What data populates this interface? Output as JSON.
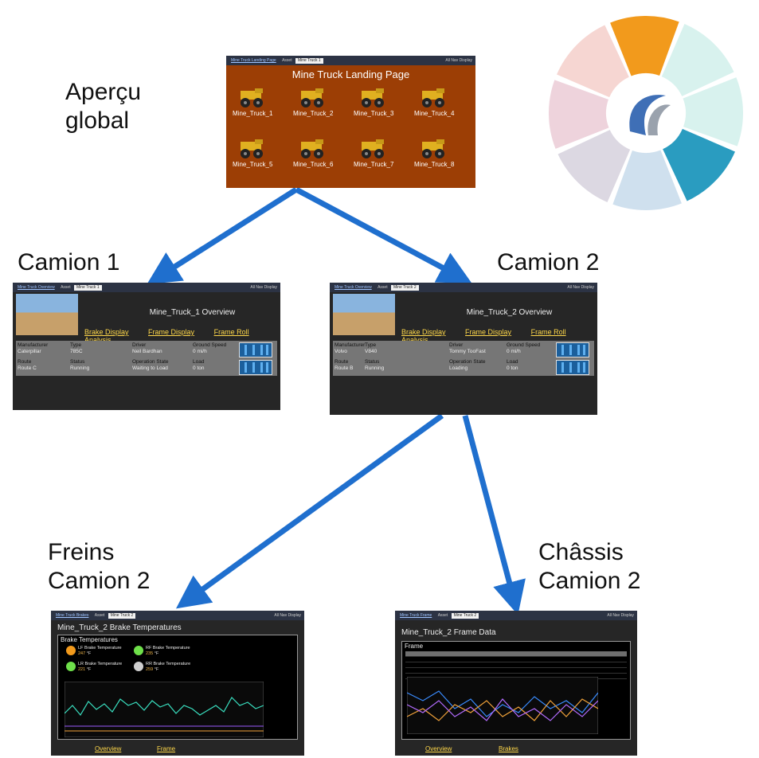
{
  "labels": {
    "apercu": "Aperçu global",
    "camion1": "Camion 1",
    "camion2": "Camion 2",
    "freins": "Freins Camion 2",
    "chassis": "Châssis Camion 2"
  },
  "colors": {
    "arrow": "#1f6fce",
    "landing_bg": "#9c3e05",
    "screen_bg": "#262626",
    "link": "#ffd84a"
  },
  "logo": {
    "segments": [
      "#f29a1c",
      "#d8f2ee",
      "#d8f2ee",
      "#2a9cc0",
      "#cfe0ee",
      "#dcd8e2",
      "#eed3dc",
      "#f6d6d2"
    ],
    "icon": "rh-swirl-logo"
  },
  "landing": {
    "bar_link": "Mine Truck Landing Page",
    "bar_asset": "Asset",
    "bar_select": "Mine Truck 1",
    "bar_right": "All Nav Display",
    "title": "Mine Truck Landing Page",
    "trucks": [
      "Mine_Truck_1",
      "Mine_Truck_2",
      "Mine_Truck_3",
      "Mine_Truck_4",
      "Mine_Truck_5",
      "Mine_Truck_6",
      "Mine_Truck_7",
      "Mine_Truck_8"
    ]
  },
  "overview1": {
    "bar_link": "Mine Truck Overview",
    "bar_asset": "Asset",
    "bar_select": "Mine Truck 1",
    "bar_right": "All Nav Display",
    "title": "Mine_Truck_1 Overview",
    "links": [
      "Brake Display",
      "Frame Display",
      "Frame Roll Analysis"
    ],
    "fields": {
      "manufacturer_label": "Manufacturer",
      "manufacturer": "Caterpillar",
      "type_label": "Type",
      "type": "785C",
      "driver_label": "Driver",
      "driver": "Neil Bardhan",
      "speed_label": "Ground Speed",
      "speed": "0",
      "speed_unit": "mi/h",
      "route_label": "Route",
      "route": "Route C",
      "status_label": "Status",
      "status": "Running",
      "op_label": "Operation State",
      "op": "Waiting to Load",
      "load_label": "Load",
      "load": "0",
      "load_unit": "ton"
    }
  },
  "overview2": {
    "bar_link": "Mine Truck Overview",
    "bar_asset": "Asset",
    "bar_select": "Mine Truck 2",
    "bar_right": "All Nav Display",
    "title": "Mine_Truck_2 Overview",
    "links": [
      "Brake Display",
      "Frame Display",
      "Frame Roll Analysis"
    ],
    "fields": {
      "manufacturer_label": "Manufacturer",
      "manufacturer": "Volvo",
      "type_label": "Type",
      "type": "V840",
      "driver_label": "Driver",
      "driver": "Tommy TooFast",
      "speed_label": "Ground Speed",
      "speed": "0",
      "speed_unit": "mi/h",
      "route_label": "Route",
      "route": "Route B",
      "status_label": "Status",
      "status": "Running",
      "op_label": "Operation State",
      "op": "Loading",
      "load_label": "Load",
      "load": "0",
      "load_unit": "ton"
    }
  },
  "brakes": {
    "bar_link": "Mine Truck Brakes",
    "bar_asset": "Asset",
    "bar_select": "Mine Truck 2",
    "bar_right": "All Nav Display",
    "title": "Mine_Truck_2 Brake Temperatures",
    "panel_title": "Brake Temperatures",
    "sensors": [
      {
        "label": "LF Brake Temperature",
        "value": "247",
        "unit": "°F",
        "color": "#f29a1c"
      },
      {
        "label": "RF Brake Temperature",
        "value": "235",
        "unit": "°F",
        "color": "#6fe04a"
      },
      {
        "label": "LR Brake Temperature",
        "value": "221",
        "unit": "°F",
        "color": "#6fe04a"
      },
      {
        "label": "RR Brake Temperature",
        "value": "259",
        "unit": "°F",
        "color": "#cfcfcf"
      }
    ],
    "links": [
      "Overview",
      "Frame"
    ]
  },
  "frame": {
    "bar_link": "Mine Truck Frame",
    "bar_asset": "Asset",
    "bar_select": "Mine Truck 2",
    "bar_right": "All Nav Display",
    "title": "Mine_Truck_2 Frame Data",
    "panel_title": "Frame",
    "links": [
      "Overview",
      "Brakes"
    ]
  }
}
